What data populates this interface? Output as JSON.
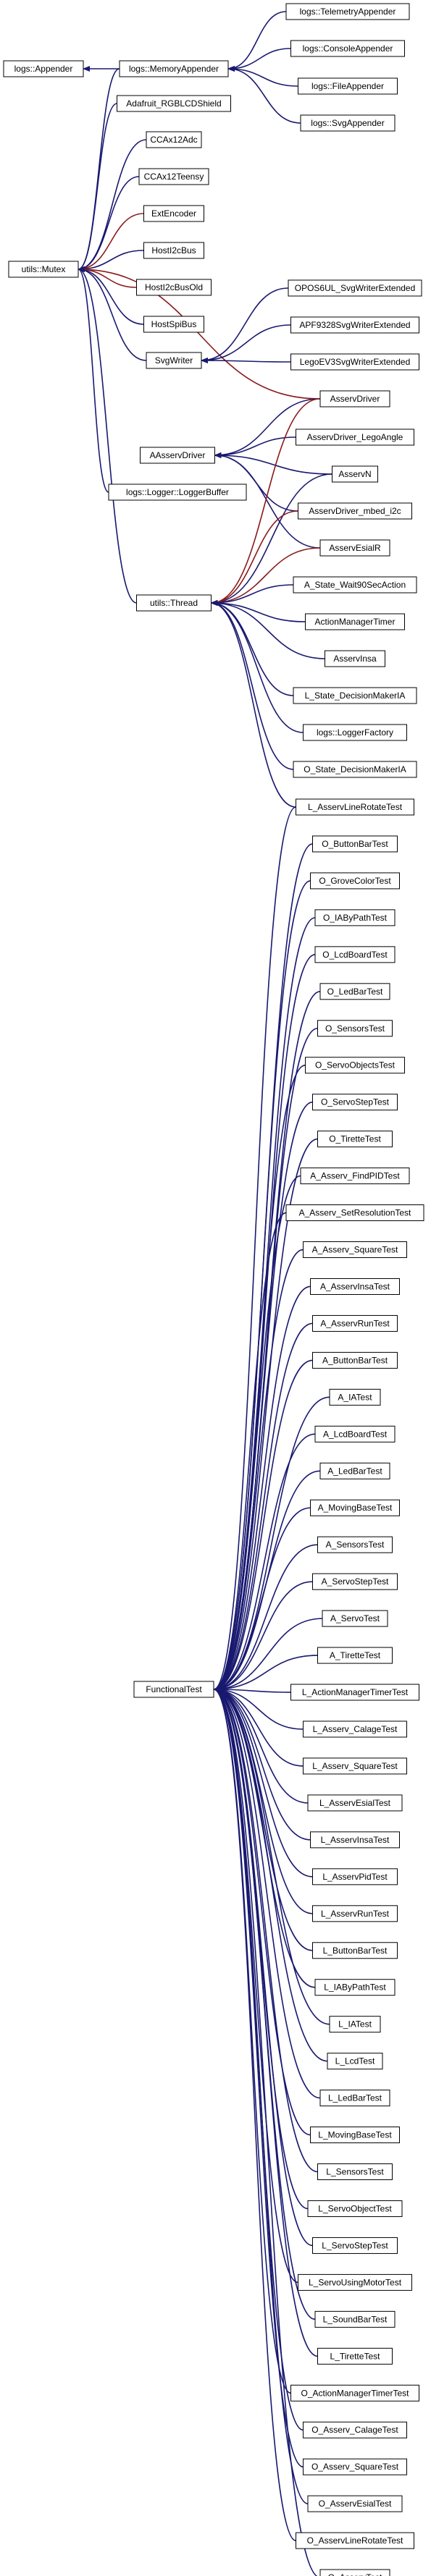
{
  "colors": {
    "edge_inherit": "#191970",
    "edge_use": "#8b1a1a",
    "node_border": "#000000",
    "node_fill": "#ffffff",
    "text": "#000000"
  },
  "nodes": [
    {
      "id": "telemetry",
      "label": "logs::TelemetryAppender"
    },
    {
      "id": "appender",
      "label": "logs::Appender"
    },
    {
      "id": "memory",
      "label": "logs::MemoryAppender"
    },
    {
      "id": "console",
      "label": "logs::ConsoleAppender"
    },
    {
      "id": "file",
      "label": "logs::FileAppender"
    },
    {
      "id": "adafruit",
      "label": "Adafruit_RGBLCDShield"
    },
    {
      "id": "svgapp",
      "label": "logs::SvgAppender"
    },
    {
      "id": "ccax12adc",
      "label": "CCAx12Adc"
    },
    {
      "id": "ccax12teensy",
      "label": "CCAx12Teensy"
    },
    {
      "id": "extenc",
      "label": "ExtEncoder"
    },
    {
      "id": "mutex",
      "label": "utils::Mutex"
    },
    {
      "id": "hosti2c",
      "label": "HostI2cBus"
    },
    {
      "id": "hosti2cold",
      "label": "HostI2cBusOld"
    },
    {
      "id": "hostspi",
      "label": "HostSpiBus"
    },
    {
      "id": "opos",
      "label": "OPOS6UL_SvgWriterExtended"
    },
    {
      "id": "svgwriter",
      "label": "SvgWriter"
    },
    {
      "id": "apf",
      "label": "APF9328SvgWriterExtended"
    },
    {
      "id": "lego",
      "label": "LegoEV3SvgWriterExtended"
    },
    {
      "id": "asserv",
      "label": "AsservDriver"
    },
    {
      "id": "aasserv",
      "label": "AAsservDriver"
    },
    {
      "id": "asservlego",
      "label": "AsservDriver_LegoAngle"
    },
    {
      "id": "asservn",
      "label": "AsservN"
    },
    {
      "id": "loggerbuf",
      "label": "logs::Logger::LoggerBuffer"
    },
    {
      "id": "asservmbed",
      "label": "AsservDriver_mbed_i2c"
    },
    {
      "id": "asservesial",
      "label": "AsservEsialR"
    },
    {
      "id": "thread",
      "label": "utils::Thread"
    },
    {
      "id": "astatewait",
      "label": "A_State_Wait90SecAction"
    },
    {
      "id": "actionmgr",
      "label": "ActionManagerTimer"
    },
    {
      "id": "asservinsa",
      "label": "AsservInsa"
    },
    {
      "id": "lstatedec",
      "label": "L_State_DecisionMakerIA"
    },
    {
      "id": "loggerfactory",
      "label": "logs::LoggerFactory"
    },
    {
      "id": "ostatedec",
      "label": "O_State_DecisionMakerIA"
    },
    {
      "id": "t0",
      "label": "L_AsservLineRotateTest"
    },
    {
      "id": "t1",
      "label": "O_ButtonBarTest"
    },
    {
      "id": "t2",
      "label": "O_GroveColorTest"
    },
    {
      "id": "t3",
      "label": "O_IAByPathTest"
    },
    {
      "id": "t4",
      "label": "O_LcdBoardTest"
    },
    {
      "id": "t5",
      "label": "O_LedBarTest"
    },
    {
      "id": "t6",
      "label": "O_SensorsTest"
    },
    {
      "id": "t7",
      "label": "O_ServoObjectsTest"
    },
    {
      "id": "t8",
      "label": "O_ServoStepTest"
    },
    {
      "id": "t9",
      "label": "O_TiretteTest"
    },
    {
      "id": "t10",
      "label": "A_Asserv_FindPIDTest"
    },
    {
      "id": "t11",
      "label": "A_Asserv_SetResolutionTest"
    },
    {
      "id": "t12",
      "label": "A_Asserv_SquareTest"
    },
    {
      "id": "t13",
      "label": "A_AsservInsaTest"
    },
    {
      "id": "t14",
      "label": "A_AsservRunTest"
    },
    {
      "id": "t15",
      "label": "A_ButtonBarTest"
    },
    {
      "id": "t16",
      "label": "A_IATest"
    },
    {
      "id": "t17",
      "label": "A_LcdBoardTest"
    },
    {
      "id": "t18",
      "label": "A_LedBarTest"
    },
    {
      "id": "t19",
      "label": "A_MovingBaseTest"
    },
    {
      "id": "t20",
      "label": "A_SensorsTest"
    },
    {
      "id": "t21",
      "label": "A_ServoStepTest"
    },
    {
      "id": "t22",
      "label": "A_ServoTest"
    },
    {
      "id": "t23",
      "label": "A_TiretteTest"
    },
    {
      "id": "t24",
      "label": "L_ActionManagerTimerTest"
    },
    {
      "id": "t25",
      "label": "L_Asserv_CalageTest"
    },
    {
      "id": "t26",
      "label": "L_Asserv_SquareTest"
    },
    {
      "id": "t27",
      "label": "L_AsservEsialTest"
    },
    {
      "id": "t28",
      "label": "L_AsservInsaTest"
    },
    {
      "id": "t29",
      "label": "L_AsservPidTest"
    },
    {
      "id": "t30",
      "label": "L_AsservRunTest"
    },
    {
      "id": "t31",
      "label": "L_ButtonBarTest"
    },
    {
      "id": "t32",
      "label": "L_IAByPathTest"
    },
    {
      "id": "t33",
      "label": "L_IATest"
    },
    {
      "id": "t34",
      "label": "L_LcdTest"
    },
    {
      "id": "t35",
      "label": "L_LedBarTest"
    },
    {
      "id": "t36",
      "label": "L_MovingBaseTest"
    },
    {
      "id": "t37",
      "label": "L_SensorsTest"
    },
    {
      "id": "t38",
      "label": "L_ServoObjectTest"
    },
    {
      "id": "t39",
      "label": "L_ServoStepTest"
    },
    {
      "id": "t40",
      "label": "L_ServoUsingMotorTest"
    },
    {
      "id": "t41",
      "label": "L_SoundBarTest"
    },
    {
      "id": "t42",
      "label": "L_TiretteTest"
    },
    {
      "id": "t43",
      "label": "O_ActionManagerTimerTest"
    },
    {
      "id": "t44",
      "label": "O_Asserv_CalageTest"
    },
    {
      "id": "t45",
      "label": "O_Asserv_SquareTest"
    },
    {
      "id": "t46",
      "label": "O_AsservEsialTest"
    },
    {
      "id": "t47",
      "label": "O_AsservLineRotateTest"
    },
    {
      "id": "t48",
      "label": "O_AsservTest"
    },
    {
      "id": "functional",
      "label": "FunctionalTest"
    }
  ],
  "edges": [
    {
      "from": "telemetry",
      "to": "memory",
      "kind": "inherit"
    },
    {
      "from": "console",
      "to": "memory",
      "kind": "inherit"
    },
    {
      "from": "file",
      "to": "memory",
      "kind": "inherit"
    },
    {
      "from": "svgapp",
      "to": "memory",
      "kind": "inherit"
    },
    {
      "from": "memory",
      "to": "appender",
      "kind": "inherit"
    },
    {
      "from": "memory",
      "to": "mutex",
      "kind": "inherit"
    },
    {
      "from": "adafruit",
      "to": "mutex",
      "kind": "inherit"
    },
    {
      "from": "ccax12adc",
      "to": "mutex",
      "kind": "inherit"
    },
    {
      "from": "ccax12teensy",
      "to": "mutex",
      "kind": "inherit"
    },
    {
      "from": "extenc",
      "to": "mutex",
      "kind": "use"
    },
    {
      "from": "hosti2c",
      "to": "mutex",
      "kind": "inherit"
    },
    {
      "from": "hosti2cold",
      "to": "mutex",
      "kind": "use"
    },
    {
      "from": "hostspi",
      "to": "mutex",
      "kind": "inherit"
    },
    {
      "from": "svgwriter",
      "to": "mutex",
      "kind": "inherit"
    },
    {
      "from": "asserv",
      "to": "mutex",
      "kind": "use"
    },
    {
      "from": "loggerbuf",
      "to": "mutex",
      "kind": "inherit"
    },
    {
      "from": "thread",
      "to": "mutex",
      "kind": "inherit"
    },
    {
      "from": "opos",
      "to": "svgwriter",
      "kind": "inherit"
    },
    {
      "from": "apf",
      "to": "svgwriter",
      "kind": "inherit"
    },
    {
      "from": "lego",
      "to": "svgwriter",
      "kind": "inherit"
    },
    {
      "from": "asserv",
      "to": "aasserv",
      "kind": "inherit"
    },
    {
      "from": "asservlego",
      "to": "aasserv",
      "kind": "inherit"
    },
    {
      "from": "asservn",
      "to": "aasserv",
      "kind": "inherit"
    },
    {
      "from": "asservmbed",
      "to": "aasserv",
      "kind": "inherit"
    },
    {
      "from": "asservesial",
      "to": "aasserv",
      "kind": "inherit"
    },
    {
      "from": "asserv",
      "to": "thread",
      "kind": "use"
    },
    {
      "from": "asservn",
      "to": "thread",
      "kind": "inherit"
    },
    {
      "from": "asservmbed",
      "to": "thread",
      "kind": "use"
    },
    {
      "from": "asservesial",
      "to": "thread",
      "kind": "use"
    },
    {
      "from": "astatewait",
      "to": "thread",
      "kind": "inherit"
    },
    {
      "from": "actionmgr",
      "to": "thread",
      "kind": "inherit"
    },
    {
      "from": "asservinsa",
      "to": "thread",
      "kind": "inherit"
    },
    {
      "from": "lstatedec",
      "to": "thread",
      "kind": "inherit"
    },
    {
      "from": "loggerfactory",
      "to": "thread",
      "kind": "inherit"
    },
    {
      "from": "ostatedec",
      "to": "thread",
      "kind": "inherit"
    },
    {
      "from": "t0",
      "to": "thread",
      "kind": "inherit"
    },
    {
      "from": "t0",
      "to": "functional",
      "kind": "inherit"
    },
    {
      "from": "t1",
      "to": "functional",
      "kind": "inherit"
    },
    {
      "from": "t2",
      "to": "functional",
      "kind": "inherit"
    },
    {
      "from": "t3",
      "to": "functional",
      "kind": "inherit"
    },
    {
      "from": "t4",
      "to": "functional",
      "kind": "inherit"
    },
    {
      "from": "t5",
      "to": "functional",
      "kind": "inherit"
    },
    {
      "from": "t6",
      "to": "functional",
      "kind": "inherit"
    },
    {
      "from": "t7",
      "to": "functional",
      "kind": "inherit"
    },
    {
      "from": "t8",
      "to": "functional",
      "kind": "inherit"
    },
    {
      "from": "t9",
      "to": "functional",
      "kind": "inherit"
    },
    {
      "from": "t10",
      "to": "functional",
      "kind": "inherit"
    },
    {
      "from": "t11",
      "to": "functional",
      "kind": "inherit"
    },
    {
      "from": "t12",
      "to": "functional",
      "kind": "inherit"
    },
    {
      "from": "t13",
      "to": "functional",
      "kind": "inherit"
    },
    {
      "from": "t14",
      "to": "functional",
      "kind": "inherit"
    },
    {
      "from": "t15",
      "to": "functional",
      "kind": "inherit"
    },
    {
      "from": "t16",
      "to": "functional",
      "kind": "inherit"
    },
    {
      "from": "t17",
      "to": "functional",
      "kind": "inherit"
    },
    {
      "from": "t18",
      "to": "functional",
      "kind": "inherit"
    },
    {
      "from": "t19",
      "to": "functional",
      "kind": "inherit"
    },
    {
      "from": "t20",
      "to": "functional",
      "kind": "inherit"
    },
    {
      "from": "t21",
      "to": "functional",
      "kind": "inherit"
    },
    {
      "from": "t22",
      "to": "functional",
      "kind": "inherit"
    },
    {
      "from": "t23",
      "to": "functional",
      "kind": "inherit"
    },
    {
      "from": "t24",
      "to": "functional",
      "kind": "inherit"
    },
    {
      "from": "t25",
      "to": "functional",
      "kind": "inherit"
    },
    {
      "from": "t26",
      "to": "functional",
      "kind": "inherit"
    },
    {
      "from": "t27",
      "to": "functional",
      "kind": "inherit"
    },
    {
      "from": "t28",
      "to": "functional",
      "kind": "inherit"
    },
    {
      "from": "t29",
      "to": "functional",
      "kind": "inherit"
    },
    {
      "from": "t30",
      "to": "functional",
      "kind": "inherit"
    },
    {
      "from": "t31",
      "to": "functional",
      "kind": "inherit"
    },
    {
      "from": "t32",
      "to": "functional",
      "kind": "inherit"
    },
    {
      "from": "t33",
      "to": "functional",
      "kind": "inherit"
    },
    {
      "from": "t34",
      "to": "functional",
      "kind": "inherit"
    },
    {
      "from": "t35",
      "to": "functional",
      "kind": "inherit"
    },
    {
      "from": "t36",
      "to": "functional",
      "kind": "inherit"
    },
    {
      "from": "t37",
      "to": "functional",
      "kind": "inherit"
    },
    {
      "from": "t38",
      "to": "functional",
      "kind": "inherit"
    },
    {
      "from": "t39",
      "to": "functional",
      "kind": "inherit"
    },
    {
      "from": "t40",
      "to": "functional",
      "kind": "inherit"
    },
    {
      "from": "t41",
      "to": "functional",
      "kind": "inherit"
    },
    {
      "from": "t42",
      "to": "functional",
      "kind": "inherit"
    },
    {
      "from": "t43",
      "to": "functional",
      "kind": "inherit"
    },
    {
      "from": "t44",
      "to": "functional",
      "kind": "inherit"
    },
    {
      "from": "t45",
      "to": "functional",
      "kind": "inherit"
    },
    {
      "from": "t46",
      "to": "functional",
      "kind": "inherit"
    },
    {
      "from": "t47",
      "to": "functional",
      "kind": "inherit"
    },
    {
      "from": "t48",
      "to": "functional",
      "kind": "inherit"
    }
  ]
}
